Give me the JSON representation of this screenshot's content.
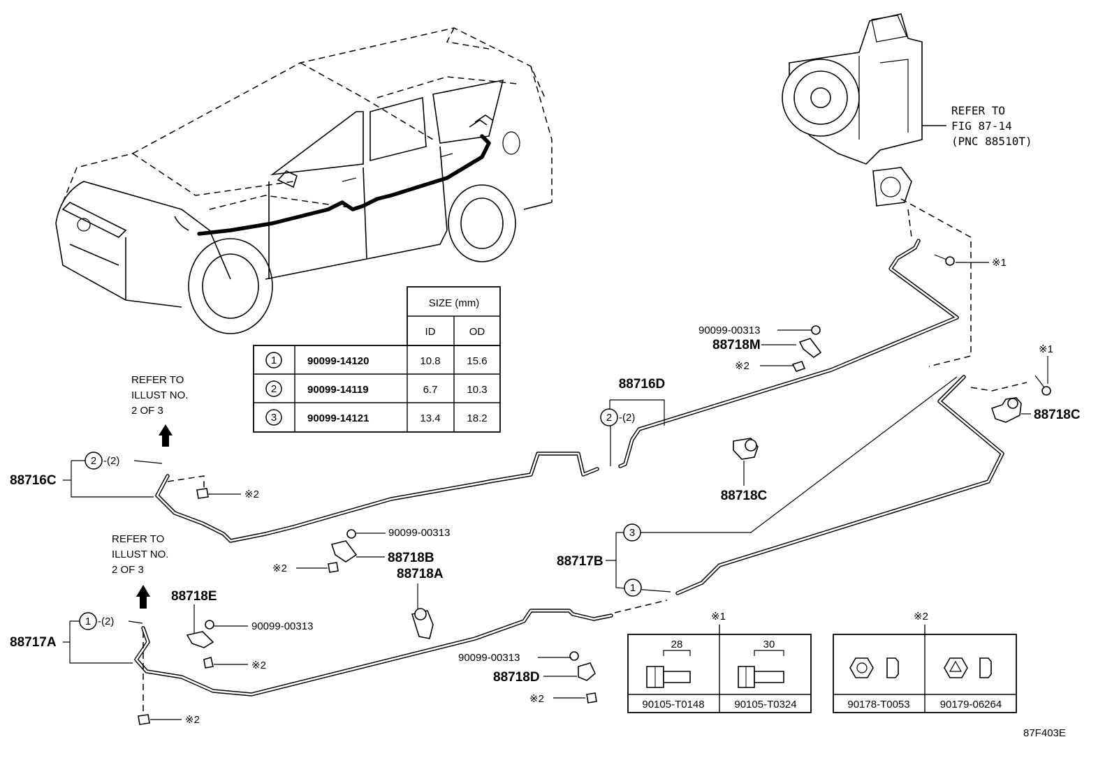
{
  "refer_notes": {
    "heater_unit": [
      "REFER TO",
      "FIG 87-14",
      "(PNC 88510T)"
    ],
    "illust_upper": [
      "REFER TO",
      "ILLUST NO.",
      "2 OF 3"
    ],
    "illust_lower": [
      "REFER TO",
      "ILLUST NO.",
      "2 OF 3"
    ]
  },
  "size_table": {
    "header": "SIZE (mm)",
    "col_id": "ID",
    "col_od": "OD",
    "rows": [
      {
        "key": "1",
        "part": "90099-14120",
        "id": "10.8",
        "od": "15.6"
      },
      {
        "key": "2",
        "part": "90099-14119",
        "id": "6.7",
        "od": "10.3"
      },
      {
        "key": "3",
        "part": "90099-14121",
        "id": "13.4",
        "od": "18.2"
      }
    ]
  },
  "labels": {
    "p88716C": "88716C",
    "p88716D": "88716D",
    "p88717A": "88717A",
    "p88717B": "88717B",
    "p88718A": "88718A",
    "p88718B": "88718B",
    "p88718C_a": "88718C",
    "p88718C_b": "88718C",
    "p88718D": "88718D",
    "p88718E": "88718E",
    "p88718M": "88718M",
    "bolt_a": "90099-00313",
    "bolt_b": "90099-00313",
    "bolt_c": "90099-00313",
    "bolt_d": "90099-00313",
    "qty2": "-(2)",
    "note1": "※1",
    "note2": "※2"
  },
  "circle_keys": {
    "one": "1",
    "two": "2",
    "three": "3"
  },
  "fastener_tables": {
    "note1": {
      "marker": "※1",
      "items": [
        {
          "dim": "28",
          "part": "90105-T0148"
        },
        {
          "dim": "30",
          "part": "90105-T0324"
        }
      ]
    },
    "note2": {
      "marker": "※2",
      "items": [
        {
          "part": "90178-T0053"
        },
        {
          "part": "90179-06264"
        }
      ]
    }
  },
  "figure_code": "87F403E"
}
